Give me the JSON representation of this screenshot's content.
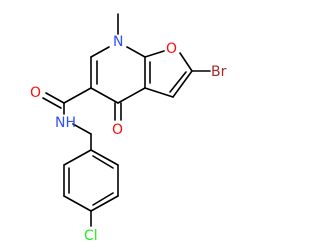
{
  "molecule": {
    "atoms": {
      "methyl_label": "",
      "ring_n": "N",
      "furan_o": "O",
      "br": "Br",
      "amide_o": "O",
      "ketone_o": "O",
      "amide_n": "NH",
      "cl": "Cl"
    },
    "colors": {
      "carbon": "#000000",
      "nitrogen": "#3050f8",
      "oxygen": "#ff0d0d",
      "bromine": "#a62929",
      "chlorine": "#1ff01f"
    }
  }
}
